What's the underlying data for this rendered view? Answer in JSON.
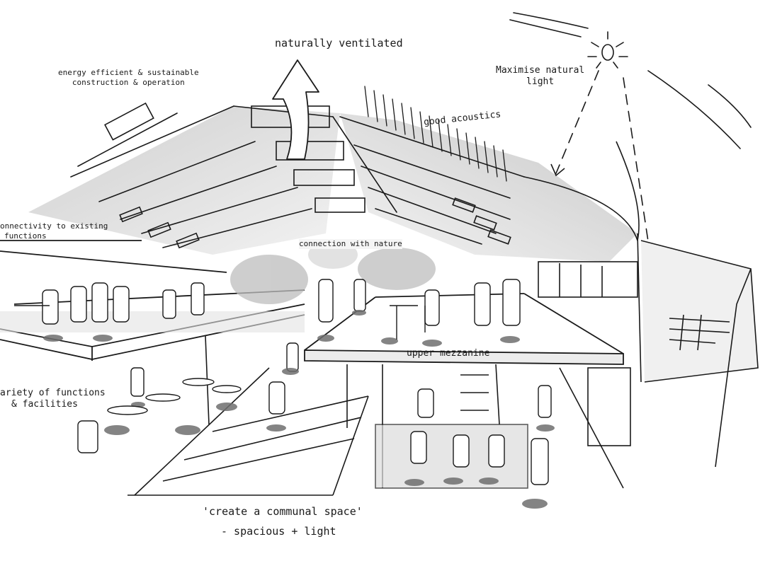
{
  "annotations": {
    "naturally_ventilated": "naturally ventilated",
    "energy_line1": "energy efficient & sustainable",
    "energy_line2": "construction & operation",
    "maximise_line1": "Maximise natural",
    "maximise_line2": "light",
    "good_acoustics": "good acoustics",
    "connectivity_line1": "onnectivity to existing",
    "connectivity_line2": "functions",
    "connection_with_nature": "connection with nature",
    "variety_line1": "ariety of functions",
    "variety_line2": "& facilities",
    "upper_mezzanine": "upper mezzanine",
    "communal_space": "'create a communal space'",
    "spacious_light": "- spacious + light"
  },
  "colors": {
    "ink": "#1a1a1a",
    "shade_light": "#e6e6e6",
    "shade_mid": "#bdbdbd",
    "shade_dark": "#7a7a7a"
  },
  "icons": [
    "sun-icon",
    "ventilation-arrow-icon",
    "light-ray-arrow-icon"
  ]
}
